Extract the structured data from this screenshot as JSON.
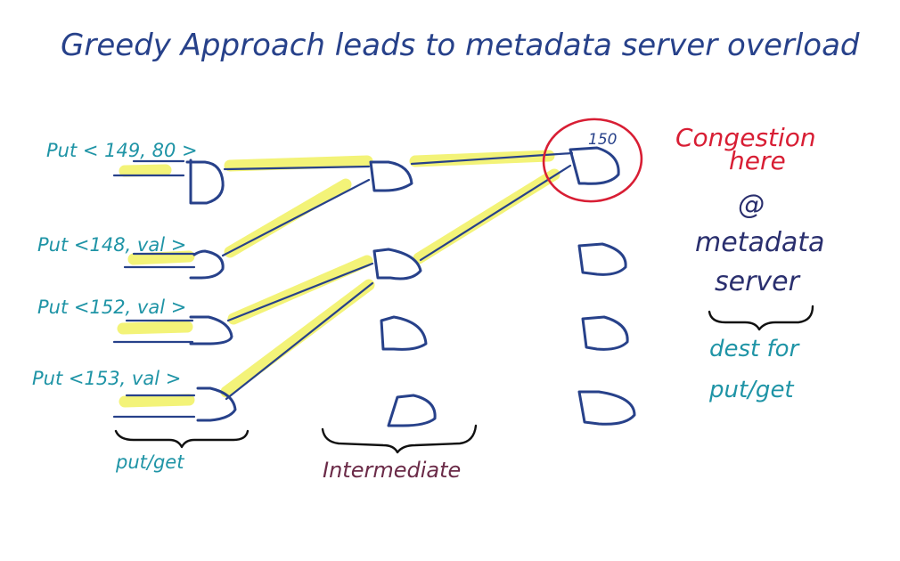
{
  "title": "Greedy Approach leads to metadata server overload",
  "puts": [
    {
      "label": "Put < 149, 80 >"
    },
    {
      "label": "Put <148, val >"
    },
    {
      "label": "Put <152, val >"
    },
    {
      "label": "Put <153, val >"
    }
  ],
  "target_id": "150",
  "congestion": {
    "line1": "Congestion",
    "line2": "here"
  },
  "server": {
    "at": "@",
    "line1": "metadata",
    "line2": "server"
  },
  "dest": {
    "line1": "dest for",
    "line2": "put/get"
  },
  "groups": {
    "putget": "put/get",
    "intermediate": "Intermediate"
  },
  "colors": {
    "title": "#27418a",
    "node": "#27418a",
    "highlight": "#f2f26a",
    "teal": "#1f94a6",
    "red": "#d81e34",
    "navy": "#2a2f6e",
    "maroon": "#6b2b48",
    "black": "#111111"
  }
}
